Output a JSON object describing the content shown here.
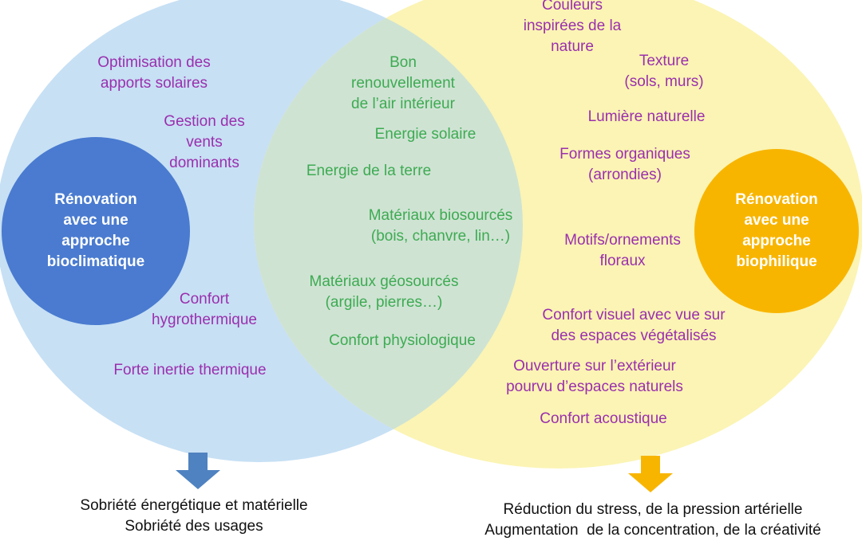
{
  "colors": {
    "left_circle": "#c7e0f4",
    "right_circle": "#fbf4b4",
    "overlap": "#cfe3d3",
    "left_hub": "#4a7bd0",
    "right_hub": "#f8b500",
    "left_arrow": "#4f82c0",
    "right_arrow": "#f8b500",
    "purple_text": "#9b2fae",
    "green_text": "#3dab52"
  },
  "left_hub": "Rénovation\navec une\napproche\nbioclimatique",
  "right_hub": "Rénovation\navec une\napproche\nbiophilique",
  "left_items": [
    "Optimisation des\napports solaires",
    "Gestion des\nvents\ndominants",
    "Confort\nhygrothermique",
    "Forte inertie thermique"
  ],
  "center_items": [
    "Bon\nrenouvellement\nde l’air intérieur",
    "Energie solaire",
    "Energie de la terre",
    "Matériaux biosourcés\n(bois, chanvre, lin…)",
    "Matériaux géosourcés\n(argile, pierres…)",
    "Confort physiologique"
  ],
  "right_items": [
    "Couleurs\ninspirées de la\nnature",
    "Texture\n(sols, murs)",
    "Lumière naturelle",
    "Formes organiques\n(arrondies)",
    "Motifs/ornements\nfloraux",
    "Confort visuel avec vue sur\ndes espaces végétalisés",
    "Ouverture sur l’extérieur\npourvu d’espaces naturels",
    "Confort acoustique"
  ],
  "left_outcome": "Sobriété énergétique et matérielle\nSobriété des usages",
  "right_outcome": "Réduction du stress, de la pression artérielle\nAugmentation  de la concentration, de la créativité"
}
